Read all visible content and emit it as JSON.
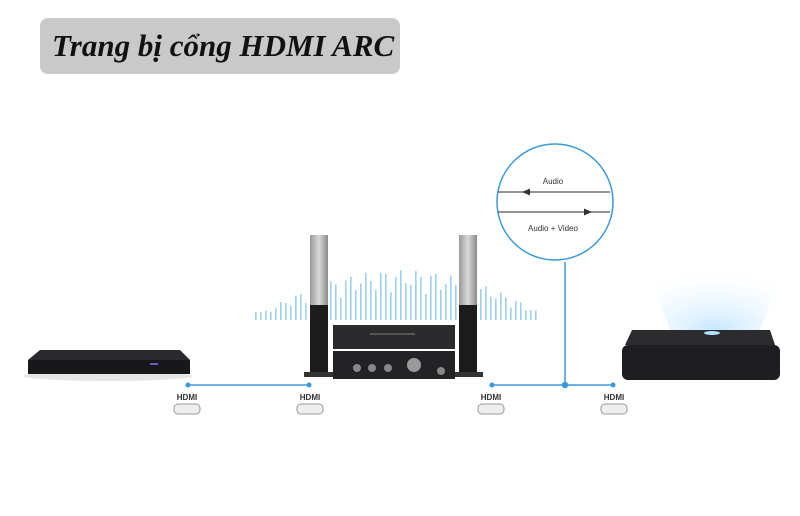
{
  "title": "Trang bị cổng HDMI ARC",
  "diagram": {
    "ports": [
      {
        "label": "HDMI"
      },
      {
        "label": "HDMI"
      },
      {
        "label": "HDMI"
      },
      {
        "label": "HDMI"
      }
    ],
    "signals": {
      "return": "Audio",
      "forward": "Audio + Video"
    },
    "devices": [
      "blu-ray-player",
      "av-receiver-with-speakers",
      "projector"
    ],
    "colors": {
      "line": "#3a9ad9",
      "equalizer": "#9fd0f0",
      "title_bg": "#c9c9c9"
    }
  }
}
